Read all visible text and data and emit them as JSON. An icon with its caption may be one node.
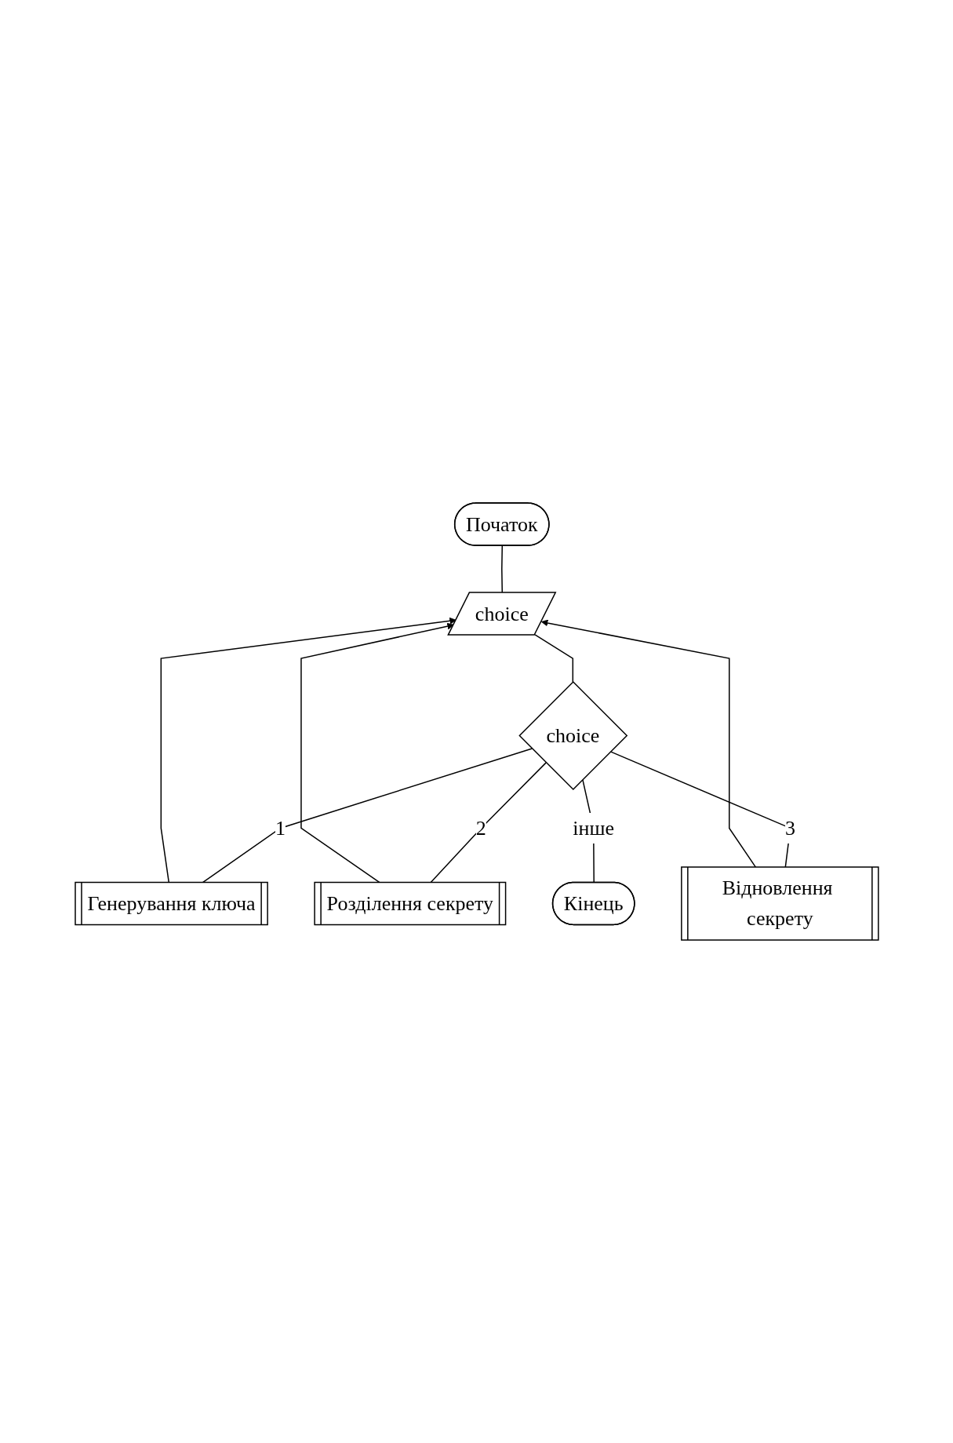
{
  "diagram": {
    "nodes": [
      {
        "text": [
          "Початок"
        ]
      },
      {
        "text": [
          "choice"
        ]
      },
      {
        "text": [
          "choice"
        ]
      },
      {
        "text": [
          "Генерування ключа"
        ]
      },
      {
        "text": [
          "Розділення секрету"
        ]
      },
      {
        "text": [
          "Відновлення секрету"
        ]
      },
      {
        "text": [
          "Кінець"
        ]
      }
    ],
    "edges": [
      {
        "from": 0,
        "to": 1,
        "arrow": "none"
      },
      {
        "from": 1,
        "to": 2,
        "arrow": "none"
      },
      {
        "from": 2,
        "to": 3,
        "arrow": "none",
        "label": "1"
      },
      {
        "from": 2,
        "to": 4,
        "arrow": "none",
        "label": "2"
      },
      {
        "from": 2,
        "to": 5,
        "arrow": "none",
        "label": "3"
      },
      {
        "from": 2,
        "to": 6,
        "arrow": "none",
        "label": "інше"
      },
      {
        "from": 3,
        "to": 1,
        "arrow": "to"
      },
      {
        "from": 4,
        "to": 1,
        "arrow": "to"
      },
      {
        "from": 5,
        "to": 1,
        "arrow": "to"
      }
    ]
  }
}
